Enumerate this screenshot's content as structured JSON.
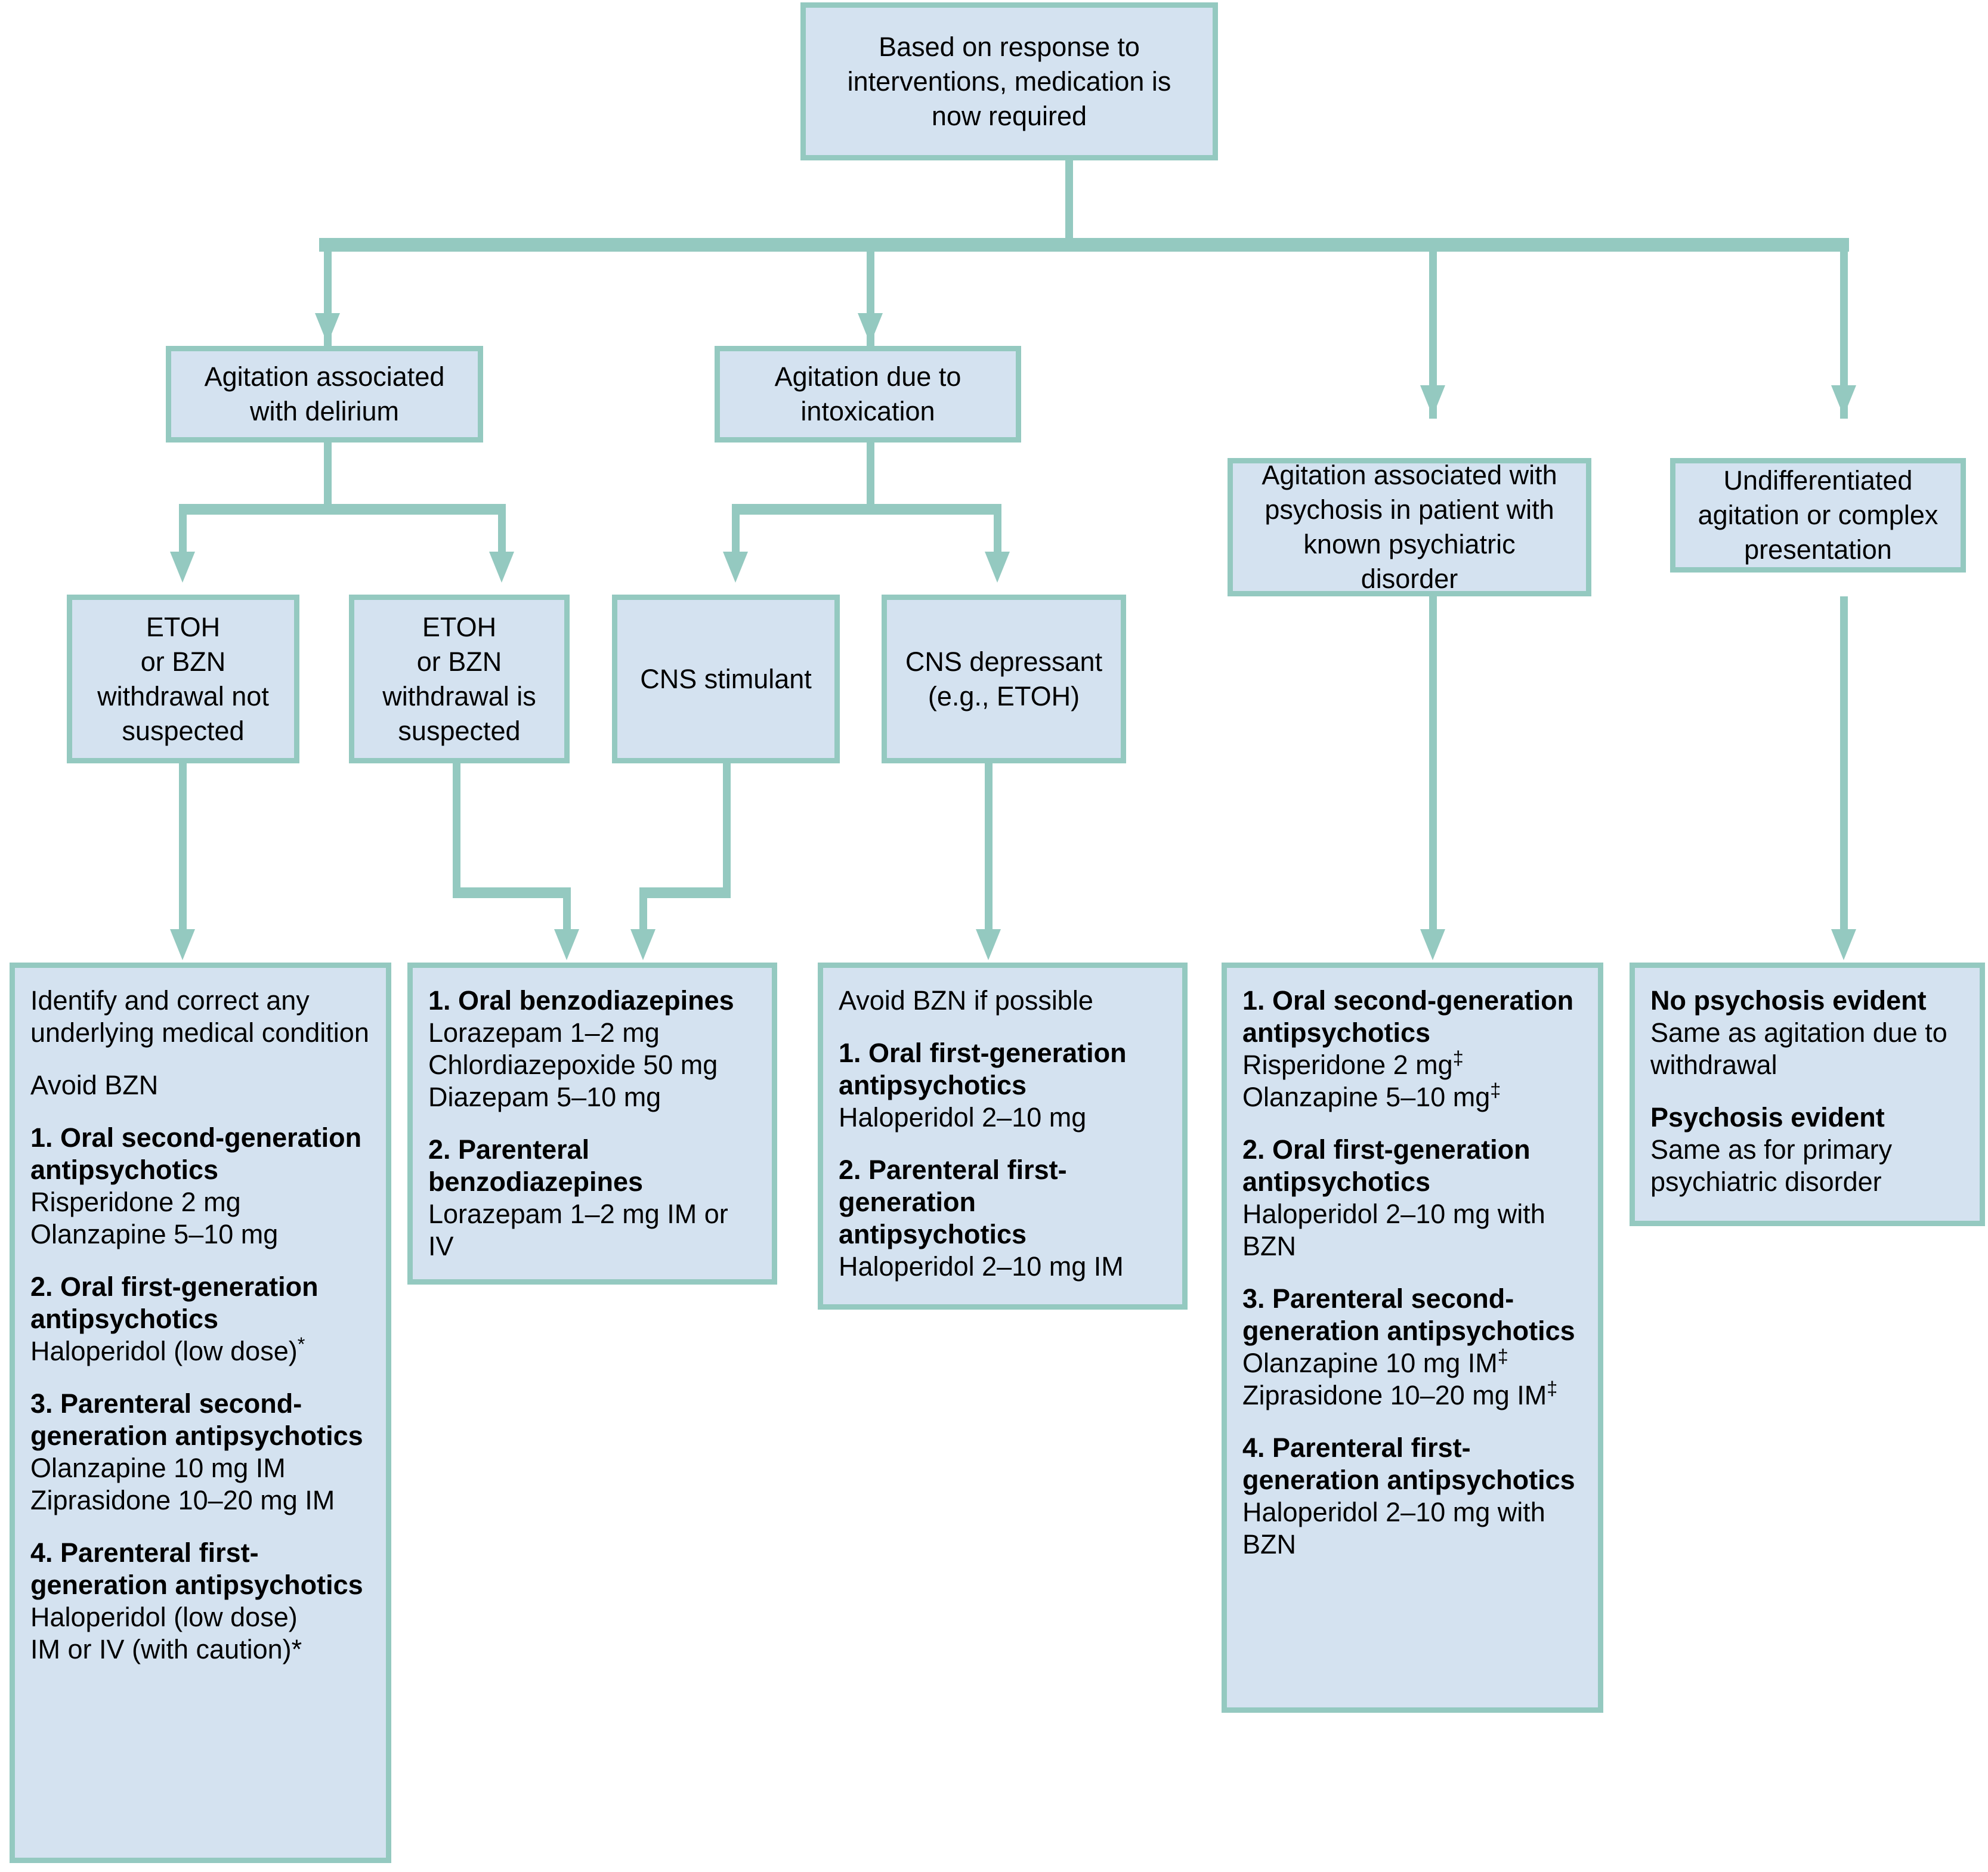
{
  "diagram": {
    "title": "Medication algorithm for agitation",
    "colors": {
      "box_fill": "#d4e2f0",
      "box_border": "#94c9c0",
      "connector": "#94c9c0",
      "text": "#000000",
      "background": "#ffffff"
    }
  },
  "root": {
    "line1": "Based on response to",
    "line2": "interventions, medication is",
    "line3": "now required"
  },
  "branches": {
    "delirium": {
      "line1": "Agitation associated",
      "line2": "with delirium"
    },
    "intoxication": {
      "line1": "Agitation due to",
      "line2": "intoxication"
    },
    "psychosis": {
      "line1": "Agitation associated with",
      "line2": "psychosis in patient with",
      "line3": "known psychiatric",
      "line4": "disorder"
    },
    "undifferentiated": {
      "line1": "Undifferentiated",
      "line2": "agitation or complex",
      "line3": "presentation"
    }
  },
  "subbranches": {
    "withdrawal_not_suspected": {
      "line1": "ETOH",
      "line2": "or BZN",
      "line3": "withdrawal not",
      "line4": "suspected"
    },
    "withdrawal_is_suspected": {
      "line1": "ETOH",
      "line2": "or BZN",
      "line3": "withdrawal is",
      "line4": "suspected"
    },
    "cns_stimulant": {
      "line1": "CNS stimulant"
    },
    "cns_depressant": {
      "line1": "CNS depressant",
      "line2": "(e.g., ETOH)"
    }
  },
  "treatment_delirium": {
    "intro1": "Identify and correct any underlying medical condition",
    "intro2": "Avoid BZN",
    "step1_title": "1. Oral second-generation antipsychotics",
    "step1_d1": "Risperidone 2 mg",
    "step1_d2": "Olanzapine 5–10 mg",
    "step2_title": "2. Oral first-generation antipsychotics",
    "step2_d1": "Haloperidol (low dose)",
    "step2_d1_mark": "*",
    "step3_title": "3. Parenteral second-generation antipsychotics",
    "step3_d1": "Olanzapine 10 mg IM",
    "step3_d2": "Ziprasidone 10–20 mg IM",
    "step4_title": "4. Parenteral first-generation antipsychotics",
    "step4_d1": "Haloperidol (low dose)",
    "step4_d2": "IM or IV (with caution)*"
  },
  "treatment_benzodiazepines": {
    "step1_title": "1. Oral benzodiazepines",
    "step1_d1": "Lorazepam 1–2 mg",
    "step1_d2": "Chlordiazepoxide 50 mg",
    "step1_d3": "Diazepam 5–10 mg",
    "step2_title": "2. Parenteral benzodiazepines",
    "step2_d1": "Lorazepam 1–2 mg IM or IV"
  },
  "treatment_depressant": {
    "intro1": "Avoid BZN if possible",
    "step1_title": "1. Oral first-generation antipsychotics",
    "step1_d1": "Haloperidol 2–10 mg",
    "step2_title": "2. Parenteral first-generation antipsychotics",
    "step2_d1": "Haloperidol 2–10 mg IM"
  },
  "treatment_psychosis": {
    "step1_title": "1. Oral second-generation antipsychotics",
    "step1_d1": "Risperidone 2 mg",
    "step1_d1_mark": "‡",
    "step1_d2": "Olanzapine 5–10 mg",
    "step1_d2_mark": "‡",
    "step2_title": "2. Oral first-generation antipsychotics",
    "step2_d1": "Haloperidol 2–10 mg with BZN",
    "step3_title": "3. Parenteral second-generation antipsychotics",
    "step3_d1": "Olanzapine 10 mg IM",
    "step3_d1_mark": "‡",
    "step3_d2": "Ziprasidone 10–20 mg IM",
    "step3_d2_mark": "‡",
    "step4_title": "4. Parenteral first-generation antipsychotics",
    "step4_d1": "Haloperidol 2–10 mg with BZN"
  },
  "treatment_undifferentiated": {
    "head1": "No psychosis evident",
    "body1": "Same as agitation due to withdrawal",
    "head2": "Psychosis evident",
    "body2": "Same as for primary psychiatric disorder"
  }
}
